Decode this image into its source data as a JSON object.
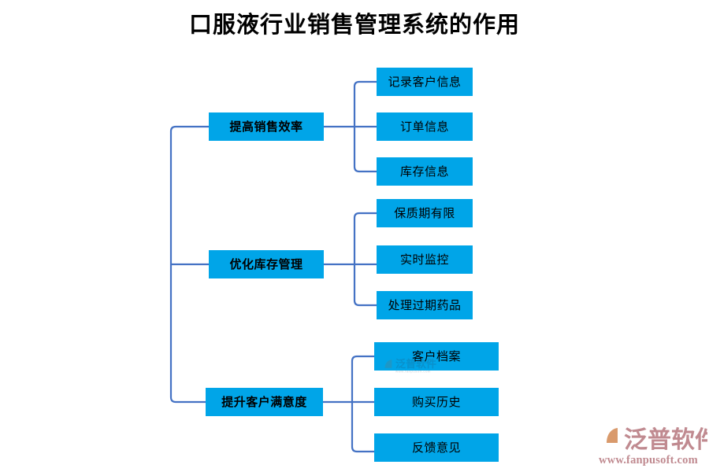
{
  "title": "口服液行业销售管理系统的作用",
  "colors": {
    "node_fill": "#00A5E8",
    "node_text": "#000000",
    "connector": "#4472C4",
    "title_text": "#000000",
    "brand": "#C08A90",
    "background": "#FFFFFF"
  },
  "diagram": {
    "type": "tree",
    "orientation": "left-to-right",
    "root_label": "口服液行业销售管理系统的作用",
    "branches": [
      {
        "label": "提高销售效率",
        "children": [
          {
            "label": "记录客户信息"
          },
          {
            "label": "订单信息"
          },
          {
            "label": "库存信息"
          }
        ]
      },
      {
        "label": "优化库存管理",
        "children": [
          {
            "label": "保质期有限"
          },
          {
            "label": "实时监控"
          },
          {
            "label": "处理过期药品"
          }
        ]
      },
      {
        "label": "提升客户满意度",
        "children": [
          {
            "label": "客户档案"
          },
          {
            "label": "购买历史"
          },
          {
            "label": "反馈意见"
          }
        ]
      }
    ]
  },
  "brand": {
    "name": "泛普软件",
    "url": "www.fanpusoft.com"
  },
  "watermark": {
    "name": "泛普软件",
    "url": "www.fanpusoft.com"
  }
}
